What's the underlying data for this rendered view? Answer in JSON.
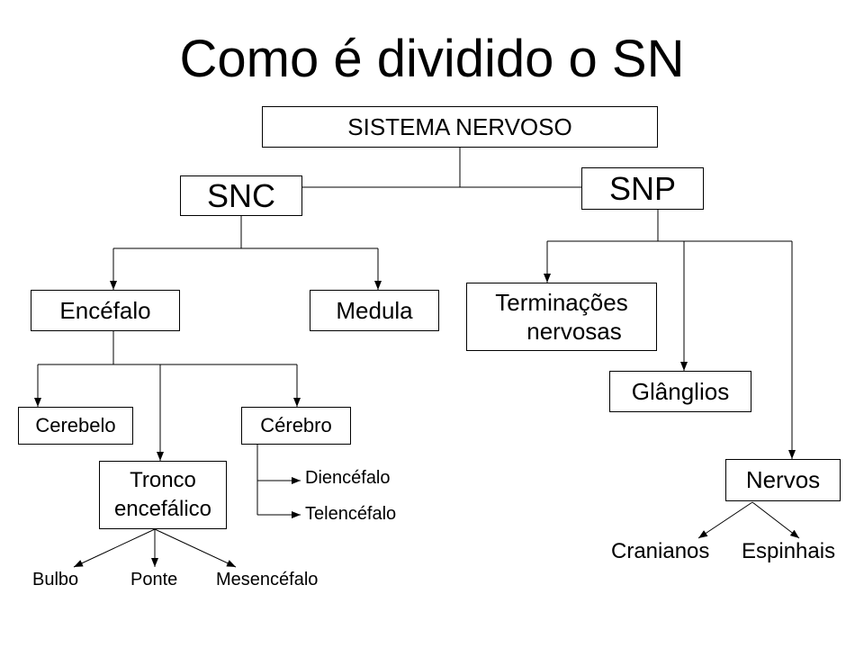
{
  "title": "Como é dividido o SN",
  "nodes": {
    "sistema_nervoso": "SISTEMA NERVOSO",
    "snc": "SNC",
    "snp": "SNP",
    "encefalo": "Encéfalo",
    "medula": "Medula",
    "terminacoes_line1": "Terminações",
    "terminacoes_line2": "nervosas",
    "glanglios": "Glânglios",
    "nervos": "Nervos",
    "cerebelo": "Cerebelo",
    "cerebro": "Cérebro",
    "tronco_line1": "Tronco",
    "tronco_line2": "encefálico",
    "diencefalo": "Diencéfalo",
    "telencefalo": "Telencéfalo",
    "bulbo": "Bulbo",
    "ponte": "Ponte",
    "mesencefalo": "Mesencéfalo",
    "cranianos": "Cranianos",
    "espinhais": "Espinhais"
  },
  "colors": {
    "line": "#000000",
    "text": "#000000",
    "background": "#ffffff"
  }
}
